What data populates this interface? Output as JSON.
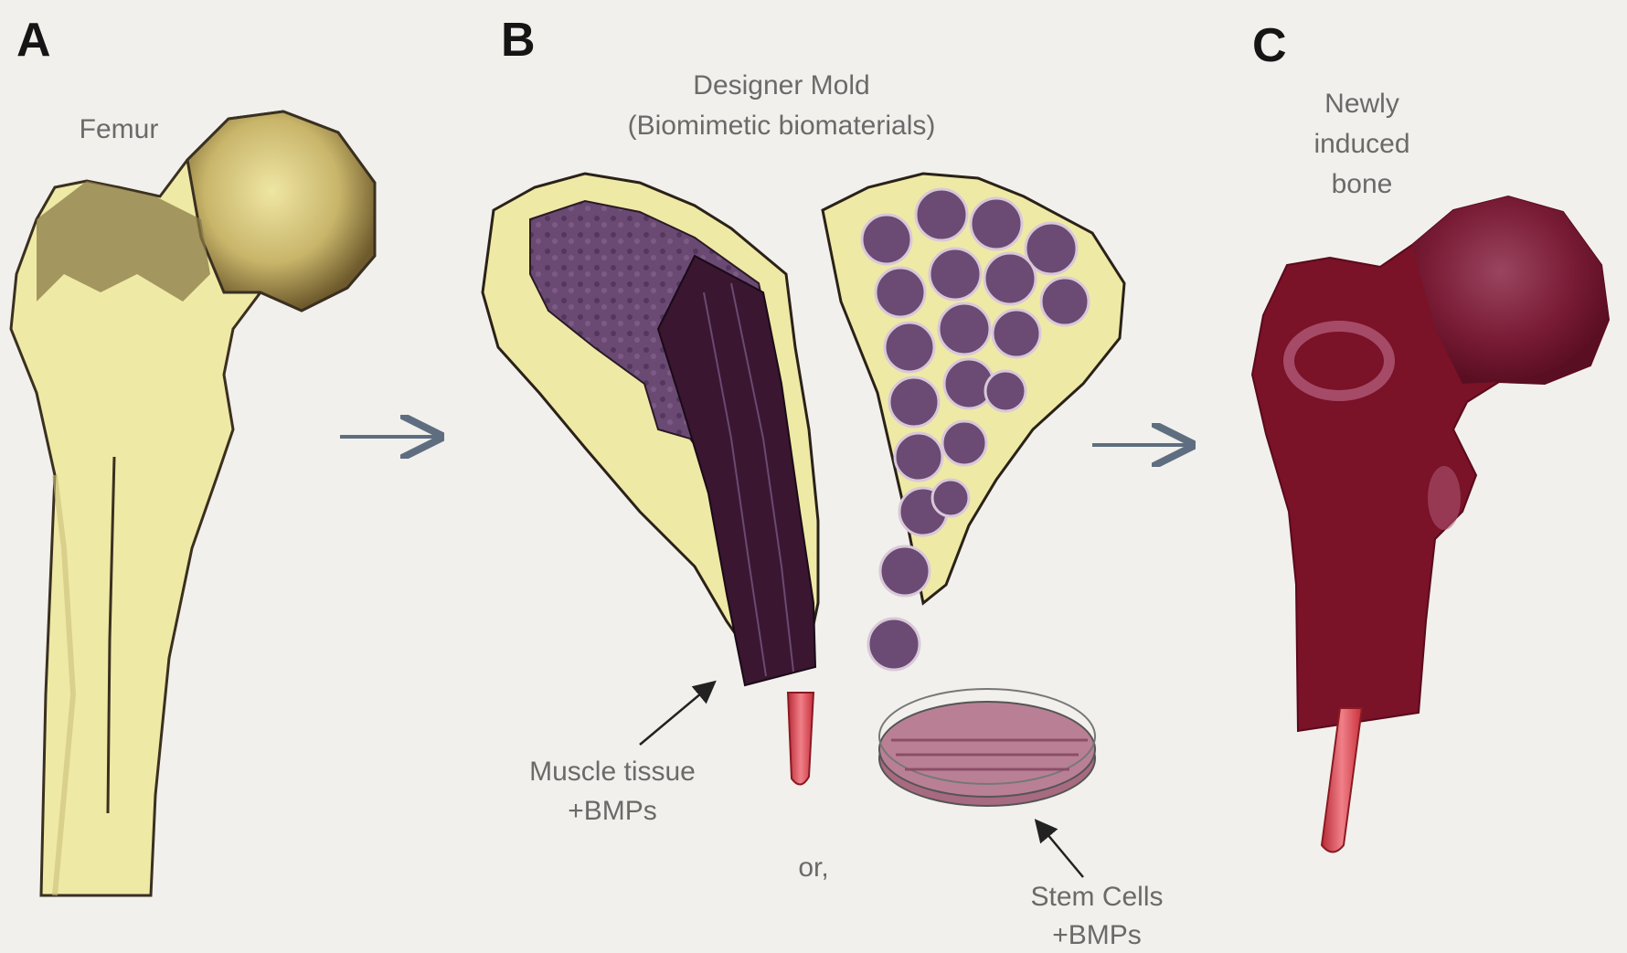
{
  "panels": {
    "a": {
      "letter": "A",
      "label": "Femur"
    },
    "b": {
      "letter": "B",
      "title_line1": "Designer Mold",
      "title_line2": "(Biomimetic biomaterials)"
    },
    "c": {
      "letter": "C",
      "label_line1": "Newly",
      "label_line2": "induced",
      "label_line3": "bone"
    }
  },
  "labels": {
    "muscle_line1": "Muscle tissue",
    "muscle_line2": "+BMPs",
    "or": "or,",
    "stem_line1": "Stem Cells",
    "stem_line2": "+BMPs"
  },
  "colors": {
    "background": "#f1f0ec",
    "bone": "#efe9a6",
    "bone_shadow": "#6e5a2c",
    "tissue_dark": "#3a1630",
    "cell_cluster": "#6b4a74",
    "induced_bone": "#7a1228",
    "vessel": "#d8404a",
    "arrow": "#5e6e80"
  }
}
